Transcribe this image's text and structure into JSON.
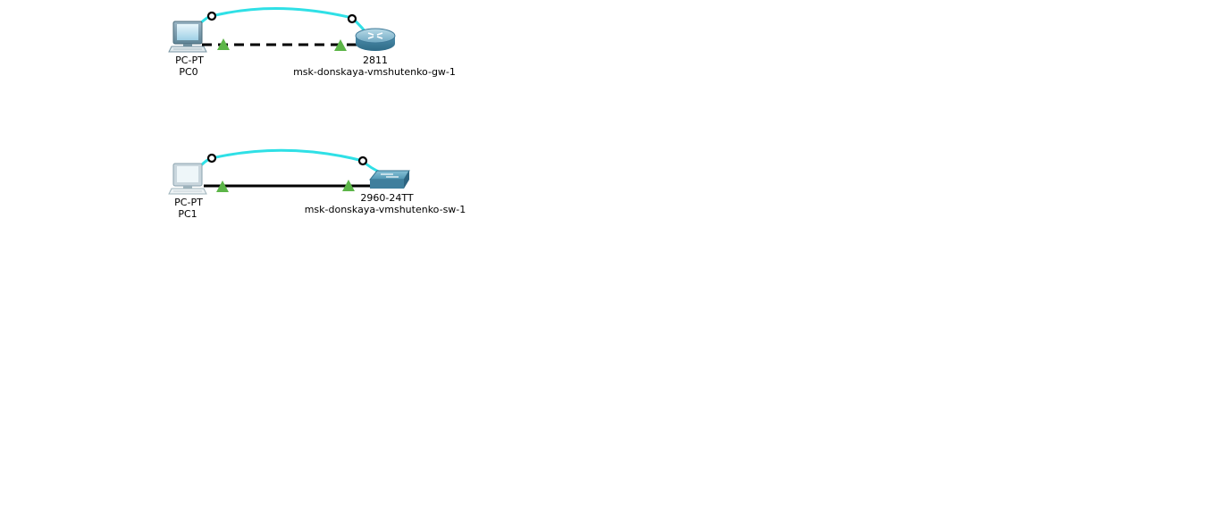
{
  "workspace": {
    "devices": [
      {
        "id": "pc0",
        "type": "pc",
        "model": "PC-PT",
        "name": "PC0"
      },
      {
        "id": "gw1",
        "type": "router",
        "model": "2811",
        "name": "msk-donskaya-vmshutenko-gw-1"
      },
      {
        "id": "pc1",
        "type": "pc",
        "model": "PC-PT",
        "name": "PC1"
      },
      {
        "id": "sw1",
        "type": "switch",
        "model": "2960-24TT",
        "name": "msk-donskaya-vmshutenko-sw-1"
      }
    ],
    "links": [
      {
        "from": "PC0",
        "to": "msk-donskaya-vmshutenko-gw-1",
        "cable": "crossover",
        "status": "up"
      },
      {
        "from": "PC0",
        "to": "msk-donskaya-vmshutenko-gw-1",
        "cable": "console"
      },
      {
        "from": "PC1",
        "to": "msk-donskaya-vmshutenko-sw-1",
        "cable": "straight-through",
        "status": "up"
      },
      {
        "from": "PC1",
        "to": "msk-donskaya-vmshutenko-sw-1",
        "cable": "console"
      }
    ]
  },
  "colors": {
    "background": "#ffffff",
    "console_cable": "#2fe0e6",
    "ethernet_cable": "#000000",
    "link_up": "#5cb548",
    "device_body": "#4a8fb0"
  },
  "icons": {
    "pc": "pc-icon",
    "router": "router-icon",
    "switch": "switch-icon",
    "link_status": "link-up-triangle-icon",
    "port": "console-port-icon"
  }
}
